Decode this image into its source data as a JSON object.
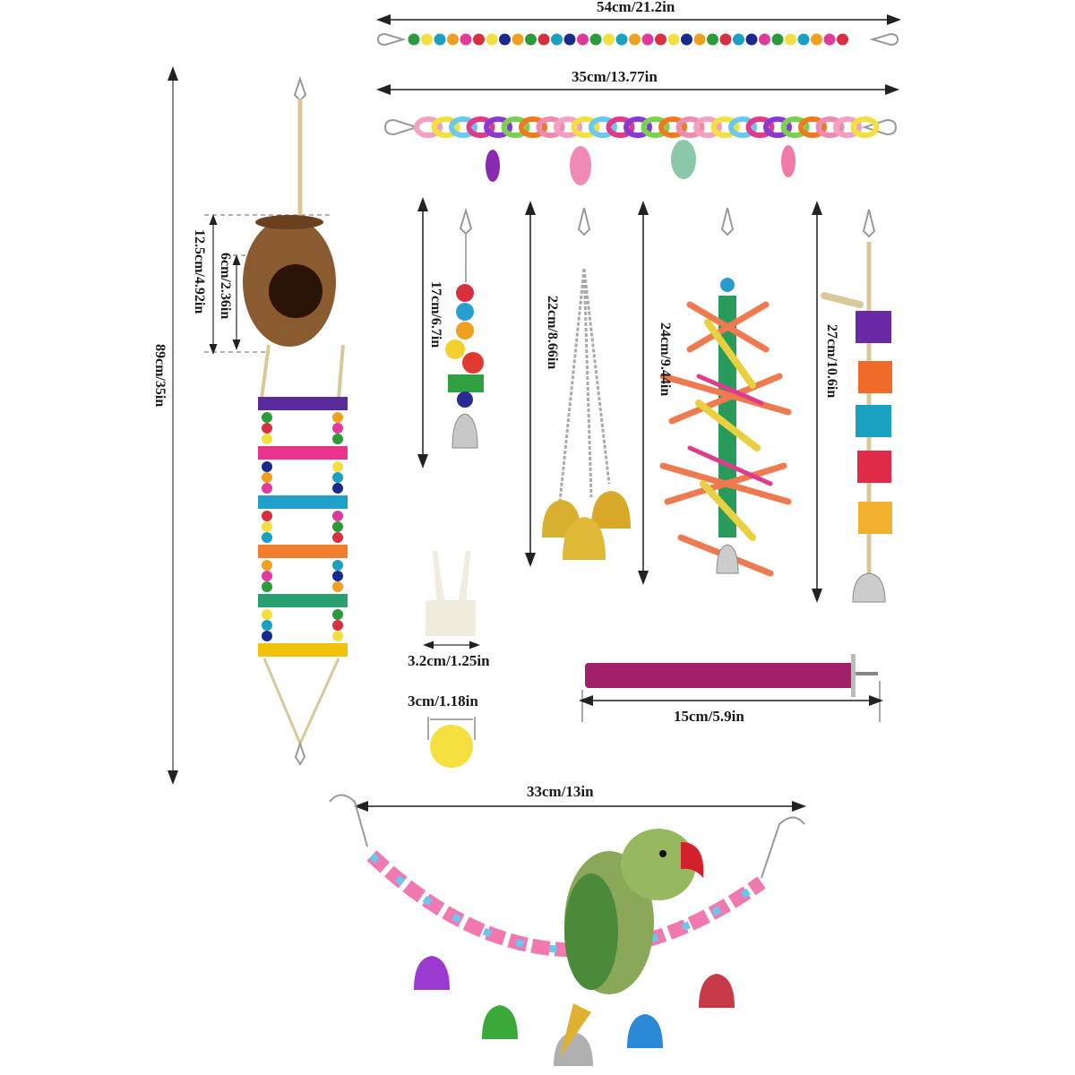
{
  "title": "Bird toy set product dimensions",
  "products": [
    {
      "name": "bead-swing",
      "dimension": "54cm/21.2in"
    },
    {
      "name": "chain-with-charms",
      "dimension": "35cm/13.77in"
    },
    {
      "name": "coconut-hut-ladder",
      "dimension": "89cm/35in"
    },
    {
      "name": "coconut-hut-height",
      "dimension": "12.5cm/4.92in"
    },
    {
      "name": "coconut-hut-opening",
      "dimension": "6cm/2.36in"
    },
    {
      "name": "bead-bell-toy",
      "dimension": "17cm/6.7in"
    },
    {
      "name": "chain-bells",
      "dimension": "22cm/8.66in"
    },
    {
      "name": "rope-tassel-toy",
      "dimension": "24cm/9.44in"
    },
    {
      "name": "wood-block-toy",
      "dimension": "27cm/10.6in"
    },
    {
      "name": "cuttlebone-holder",
      "dimension": "3.2cm/1.25in"
    },
    {
      "name": "sola-ball",
      "dimension": "3cm/1.18in"
    },
    {
      "name": "perch-stand",
      "dimension": "15cm/5.9in"
    },
    {
      "name": "chain-bell-swing",
      "dimension": "33cm/13in"
    }
  ],
  "colors": {
    "ladder_rungs": [
      "#5b2a9a",
      "#e8338f",
      "#1ea0c8",
      "#f07e2a",
      "#2aa070",
      "#f2c20a"
    ],
    "perch": "#a0206a",
    "sola_ball": "#f5e040",
    "coconut": "#8a5a30",
    "parrot": "#8aa858",
    "beak": "#d4202a",
    "bells": [
      "#9a3ad0",
      "#3aa83a",
      "#b0b0b0",
      "#2a8ad8",
      "#c83a4a"
    ]
  }
}
